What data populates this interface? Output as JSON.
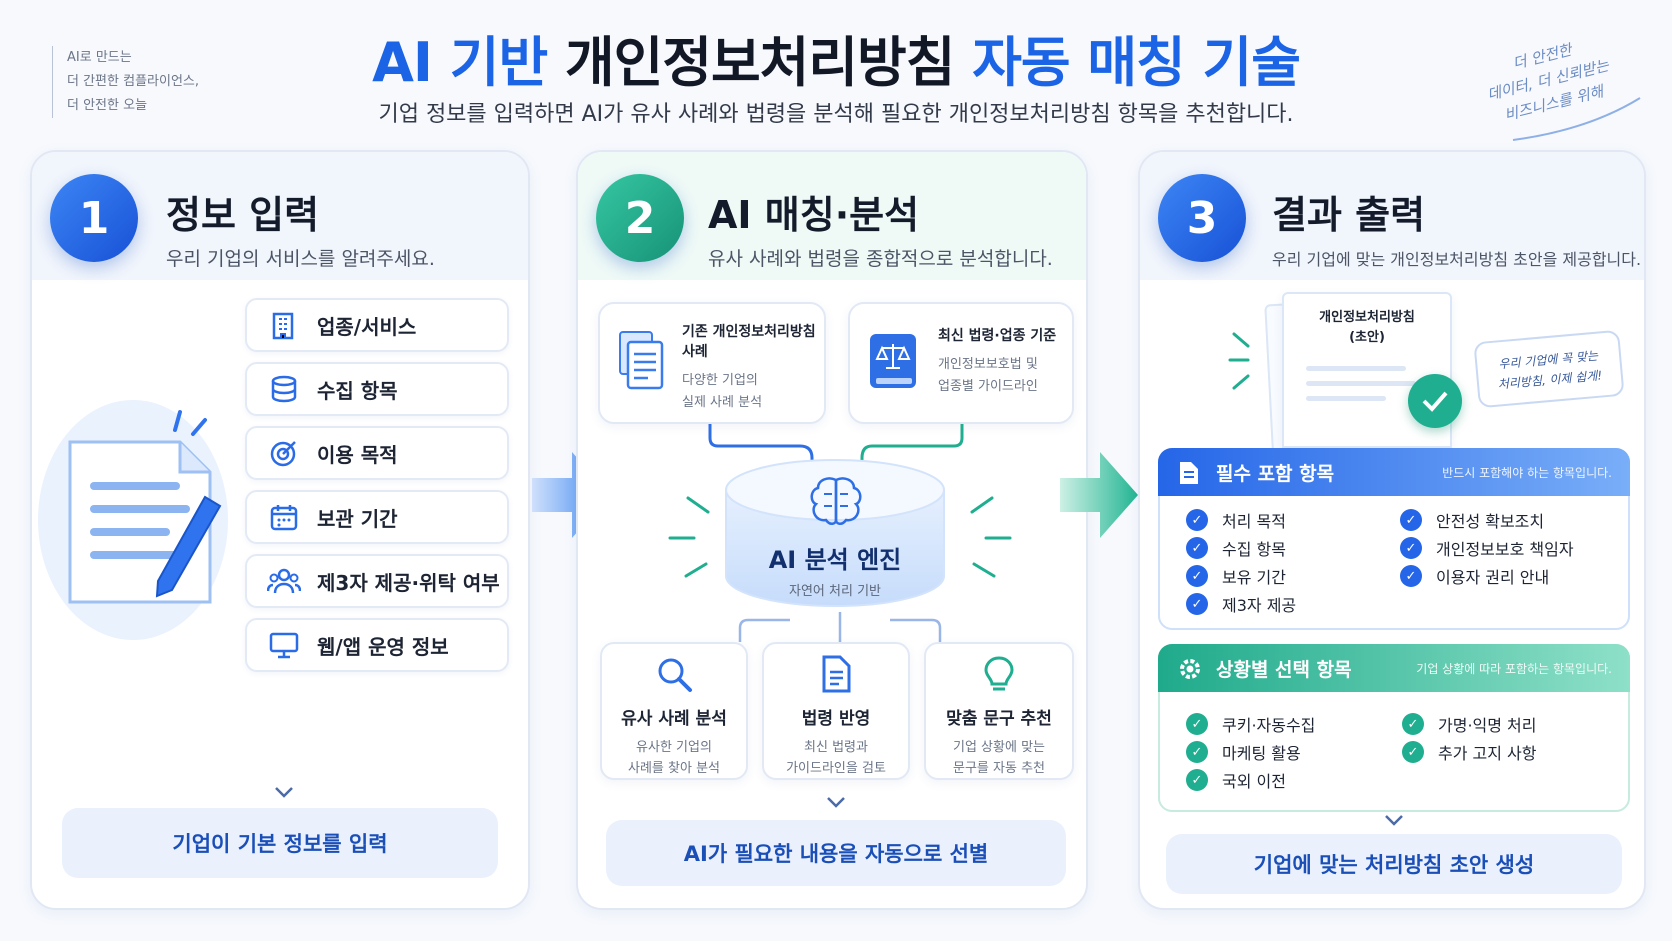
{
  "header": {
    "top_note": [
      "AI로 만드는",
      "더 간편한 컴플라이언스,",
      "더 안전한 오늘"
    ],
    "title_part1": "AI 기반",
    "title_part2": "개인정보처리방침",
    "title_part3": "자동 매칭 기술",
    "subtitle": "기업 정보를 입력하면 AI가 유사 사례와 법령을 분석해 필요한 개인정보처리방침 항목을 추천합니다.",
    "hand_note": [
      "더 안전한",
      "데이터, 더 신뢰받는",
      "비즈니스를 위해"
    ]
  },
  "step1": {
    "number": "1",
    "title": "정보 입력",
    "desc": "우리 기업의 서비스를 알려주세요.",
    "fields": [
      {
        "label": "업종/서비스",
        "icon": "building-icon"
      },
      {
        "label": "수집 항목",
        "icon": "database-icon"
      },
      {
        "label": "이용 목적",
        "icon": "target-icon"
      },
      {
        "label": "보관 기간",
        "icon": "calendar-icon"
      },
      {
        "label": "제3자 제공·위탁 여부",
        "icon": "users-icon"
      },
      {
        "label": "웹/앱 운영 정보",
        "icon": "monitor-icon"
      }
    ],
    "bottom": "기업이 기본 정보를 입력"
  },
  "step2": {
    "number": "2",
    "title": "AI 매칭·분석",
    "desc": "유사 사례와 법령을 종합적으로 분석합니다.",
    "source_cards": [
      {
        "title": "기존 개인정보처리방침 사례",
        "desc": [
          "다양한 기업의",
          "실제 사례 분석"
        ],
        "icon": "documents-icon"
      },
      {
        "title": "최신 법령·업종 기준",
        "desc": [
          "개인정보보호법 및",
          "업종별 가이드라인"
        ],
        "icon": "law-book-icon"
      }
    ],
    "engine_title": "AI 분석 엔진",
    "engine_sub": "자연어 처리 기반",
    "sub_cards": [
      {
        "title": "유사 사례 분석",
        "desc": [
          "유사한 기업의",
          "사례를 찾아 분석"
        ],
        "icon": "search-icon"
      },
      {
        "title": "법령 반영",
        "desc": [
          "최신 법령과",
          "가이드라인을 검토"
        ],
        "icon": "document-icon"
      },
      {
        "title": "맞춤 문구 추천",
        "desc": [
          "기업 상황에 맞는",
          "문구를 자동 추천"
        ],
        "icon": "lightbulb-icon"
      }
    ],
    "bottom": "AI가 필요한 내용을 자동으로 선별"
  },
  "step3": {
    "number": "3",
    "title": "결과 출력",
    "desc": "우리 기업에 맞는 개인정보처리방침 초안을 제공합니다.",
    "doc_title": [
      "개인정보처리방침",
      "(초안)"
    ],
    "bubble": [
      "우리 기업에 꼭 맞는",
      "처리방침, 이제 쉽게!"
    ],
    "required": {
      "title": "필수 포함 항목",
      "note": "반드시 포함해야 하는 항목입니다.",
      "col1": [
        "처리 목적",
        "수집 항목",
        "보유 기간",
        "제3자 제공"
      ],
      "col2": [
        "안전성 확보조치",
        "개인정보보호 책임자",
        "이용자 권리 안내"
      ]
    },
    "optional": {
      "title": "상황별 선택 항목",
      "note": "기업 상황에 따라 포함하는 항목입니다.",
      "col1": [
        "쿠키·자동수집",
        "마케팅 활용",
        "국외 이전"
      ],
      "col2": [
        "가명·익명 처리",
        "추가 고지 사항"
      ]
    },
    "bottom": "기업에 맞는 처리방침 초안 생성"
  },
  "colors": {
    "blue": "#1b64e6",
    "teal": "#1fae8f",
    "light_blue": "#eaf1fd"
  }
}
